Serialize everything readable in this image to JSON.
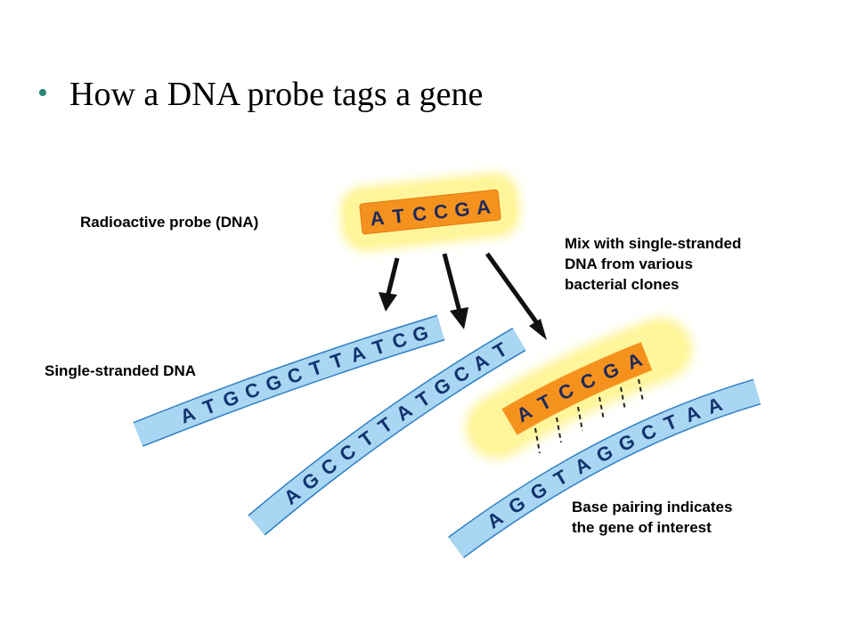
{
  "slide": {
    "bullet": "•",
    "title": "How a DNA probe tags a gene"
  },
  "labels": {
    "probe": "Radioactive probe (DNA)",
    "mix": [
      "Mix with single-stranded",
      "DNA from various",
      "bacterial clones"
    ],
    "single_strand": "Single-stranded DNA",
    "pairing": [
      "Base pairing indicates",
      "the gene of interest"
    ]
  },
  "sequences": {
    "probe": [
      "A",
      "T",
      "C",
      "C",
      "G",
      "A"
    ],
    "strand1": [
      "A",
      "T",
      "G",
      "C",
      "G",
      "C",
      "T",
      "T",
      "A",
      "T",
      "C",
      "G"
    ],
    "strand2": [
      "A",
      "G",
      "C",
      "C",
      "T",
      "T",
      "A",
      "T",
      "G",
      "C",
      "A",
      "T"
    ],
    "strand3": [
      "A",
      "G",
      "G",
      "T",
      "A",
      "G",
      "G",
      "C",
      "T",
      "A",
      "A"
    ],
    "bound_probe": [
      "A",
      "T",
      "C",
      "C",
      "G",
      "A"
    ]
  },
  "colors": {
    "dna_fill": "#a9d6f2",
    "dna_edge": "#2f7fc4",
    "probe_fill": "#f5921e",
    "probe_glow": "#fff27a",
    "bullet": "#2b8a78"
  }
}
